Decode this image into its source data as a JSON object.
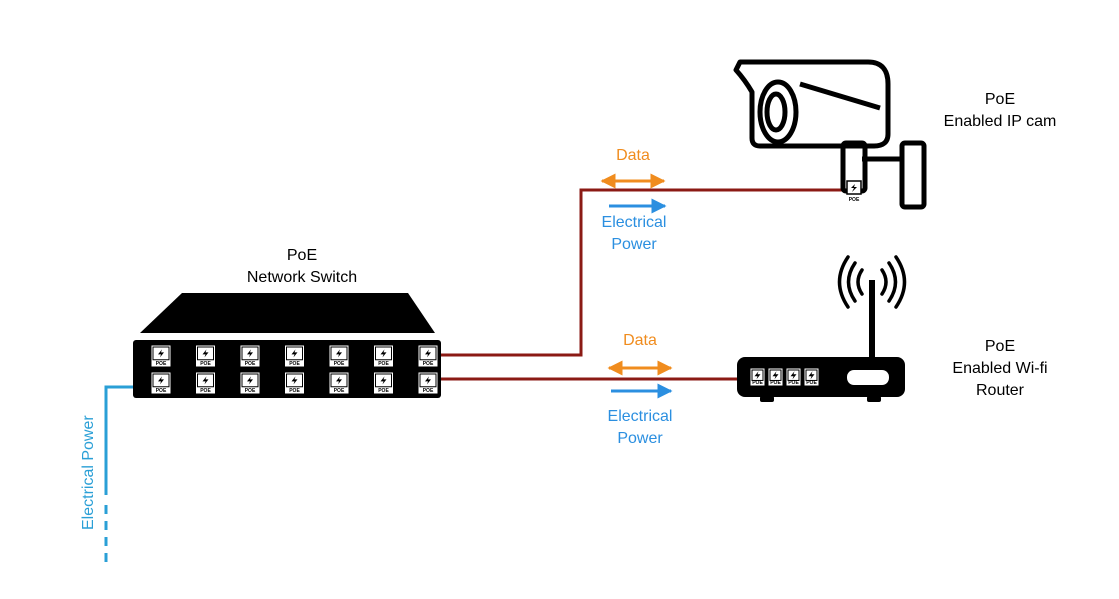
{
  "switch": {
    "title_line1": "PoE",
    "title_line2": "Network Switch",
    "port_label": "POE"
  },
  "camera": {
    "title_line1": "PoE",
    "title_line2": "Enabled IP cam"
  },
  "router": {
    "title_line1": "PoE",
    "title_line2": "Enabled Wi-fi",
    "title_line3": "Router"
  },
  "link_camera": {
    "data_label": "Data",
    "power_line1": "Electrical",
    "power_line2": "Power"
  },
  "link_router": {
    "data_label": "Data",
    "power_line1": "Electrical",
    "power_line2": "Power"
  },
  "mains": {
    "label": "Electrical Power"
  },
  "colors": {
    "cable": "#8b1a14",
    "data_arrow": "#f08c1e",
    "power_arrow": "#2b8fe0",
    "mains_line": "#2a9fd6",
    "device": "#000000"
  }
}
